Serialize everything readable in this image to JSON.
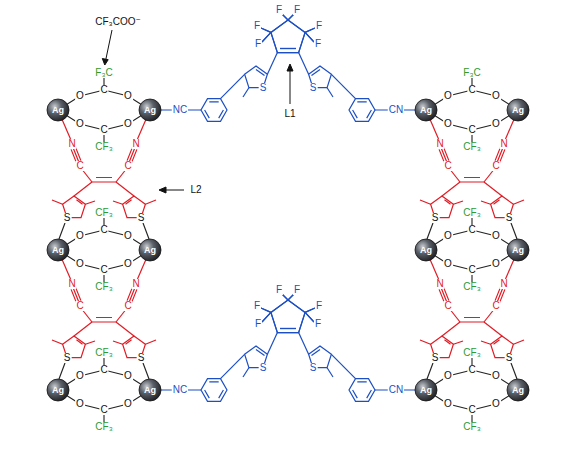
{
  "diagram": {
    "labels": [
      "CF₃COO⁻",
      "L1",
      "L2",
      "Ag",
      "Ag",
      "F₃C",
      "C",
      "O",
      "O",
      "C",
      "O",
      "O",
      "CF₃",
      "Ag",
      "Ag",
      "CF₃",
      "C",
      "O",
      "O",
      "C",
      "O",
      "O",
      "CF₃",
      "Ag",
      "Ag",
      "CF₃",
      "C",
      "O",
      "O",
      "C",
      "O",
      "O",
      "CF₃",
      "Ag",
      "Ag",
      "F₃C",
      "C",
      "O",
      "O",
      "C",
      "O",
      "O",
      "CF₃",
      "Ag",
      "Ag",
      "CF₃",
      "C",
      "O",
      "O",
      "C",
      "O",
      "O",
      "CF₃",
      "Ag",
      "Ag",
      "CF₃",
      "C",
      "O",
      "O",
      "C",
      "O",
      "O",
      "CF₃",
      "N",
      "C",
      "N",
      "C",
      "S",
      "S",
      "N",
      "C",
      "N",
      "C",
      "S",
      "S",
      "N",
      "C",
      "N",
      "C",
      "S",
      "S",
      "N",
      "C",
      "N",
      "C",
      "S",
      "S",
      "NC",
      "CN",
      "S",
      "S",
      "F",
      "F",
      "F",
      "F",
      "F",
      "F",
      "NC",
      "CN",
      "S",
      "S",
      "F",
      "F",
      "F",
      "F",
      "F",
      "F"
    ]
  }
}
